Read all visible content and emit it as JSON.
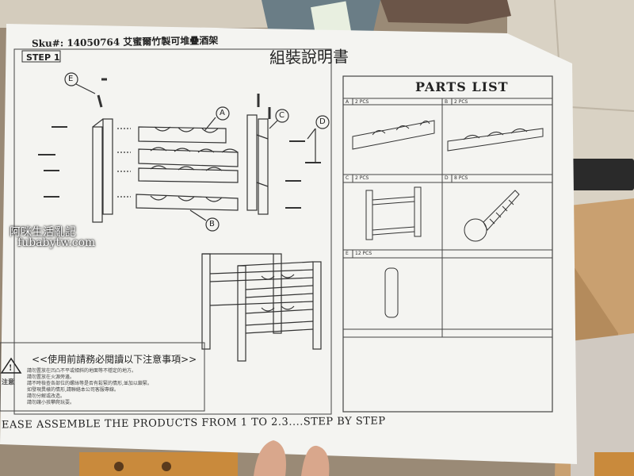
{
  "sheet": {
    "sku": "Sku#: 14050764 艾蜜爾竹製可堆疊酒架",
    "step_label": "STEP 1",
    "title": "組裝說明書",
    "parts_list_title": "PARTS LIST",
    "callouts": [
      "E",
      "A",
      "C",
      "D",
      "B"
    ],
    "parts": [
      {
        "letter": "A",
        "qty": "2 PCS"
      },
      {
        "letter": "B",
        "qty": "2 PCS"
      },
      {
        "letter": "C",
        "qty": "2 PCS"
      },
      {
        "letter": "D",
        "qty": "8 PCS"
      },
      {
        "letter": "E",
        "qty": "12 PCS"
      }
    ],
    "notice_title": "<<使用前請務必閱讀以下注意事項>>",
    "notice_lines": [
      "請勿置放在凹凸不平或傾斜的地面等不穩定的地方。",
      "請勿置放在火源旁邊。",
      "請不時檢查各部位的螺絲等是否有鬆緊的情形,並加以鎖緊。",
      "如發現異樣的情形,請聯絡本公司客服專線。",
      "請勿分解或改造。",
      "請勿讓小孩攀爬玩耍。"
    ],
    "warning_label": "注意",
    "instruction": "EASE ASSEMBLE THE PRODUCTS FROM 1 TO 2.3....STEP BY STEP"
  },
  "watermark": {
    "line1": "阿咪生活亂記",
    "line2": "fubabytw.com"
  }
}
